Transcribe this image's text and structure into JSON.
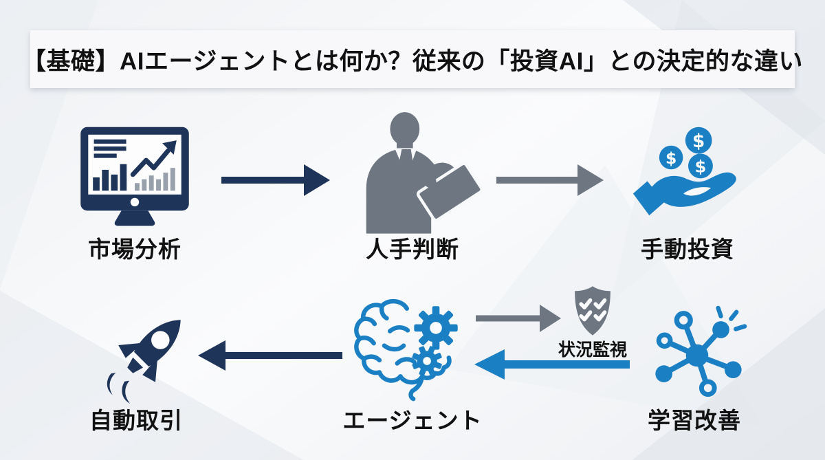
{
  "title": "【基礎】AIエージェントとは何か？従来の「投資AI」との決定的な違い",
  "colors": {
    "navy": "#1f3459",
    "gray": "#6e7681",
    "blue": "#1b7fc4",
    "text": "#111111",
    "panel": "#f8f8fa",
    "background": "#eef0f3"
  },
  "icons": {
    "coin_symbol": "$"
  },
  "flow_top": {
    "description": "従来の投資AIフロー（市場分析 → 人手判断 → 手動投資）",
    "steps": [
      {
        "id": "market-analysis",
        "icon": "monitor-chart-icon",
        "label": "市場分析"
      },
      {
        "id": "human-judgment",
        "icon": "businessman-tablet-icon",
        "label": "人手判断"
      },
      {
        "id": "manual-investment",
        "icon": "hand-coins-icon",
        "label": "手動投資"
      }
    ],
    "arrows": [
      {
        "from": "market-analysis",
        "to": "human-judgment",
        "color": "navy",
        "direction": "right"
      },
      {
        "from": "human-judgment",
        "to": "manual-investment",
        "color": "gray",
        "direction": "right"
      }
    ]
  },
  "flow_bottom": {
    "description": "AIエージェントの自律ループ（エージェント → 状況監視 / 学習改善 → エージェント → 自動取引）",
    "steps": [
      {
        "id": "auto-trading",
        "icon": "rocket-icon",
        "label": "自動取引"
      },
      {
        "id": "agent",
        "icon": "brain-gears-icon",
        "label": "エージェント"
      },
      {
        "id": "situation-monitoring",
        "icon": "shield-check-icon",
        "label": "状況監視"
      },
      {
        "id": "learning-improvement",
        "icon": "network-icon",
        "label": "学習改善"
      }
    ],
    "arrows": [
      {
        "from": "agent",
        "to": "auto-trading",
        "color": "navy",
        "direction": "left"
      },
      {
        "from": "agent",
        "to": "situation-monitoring",
        "color": "gray",
        "direction": "right"
      },
      {
        "from": "learning-improvement",
        "to": "agent",
        "color": "blue",
        "direction": "left"
      }
    ]
  }
}
